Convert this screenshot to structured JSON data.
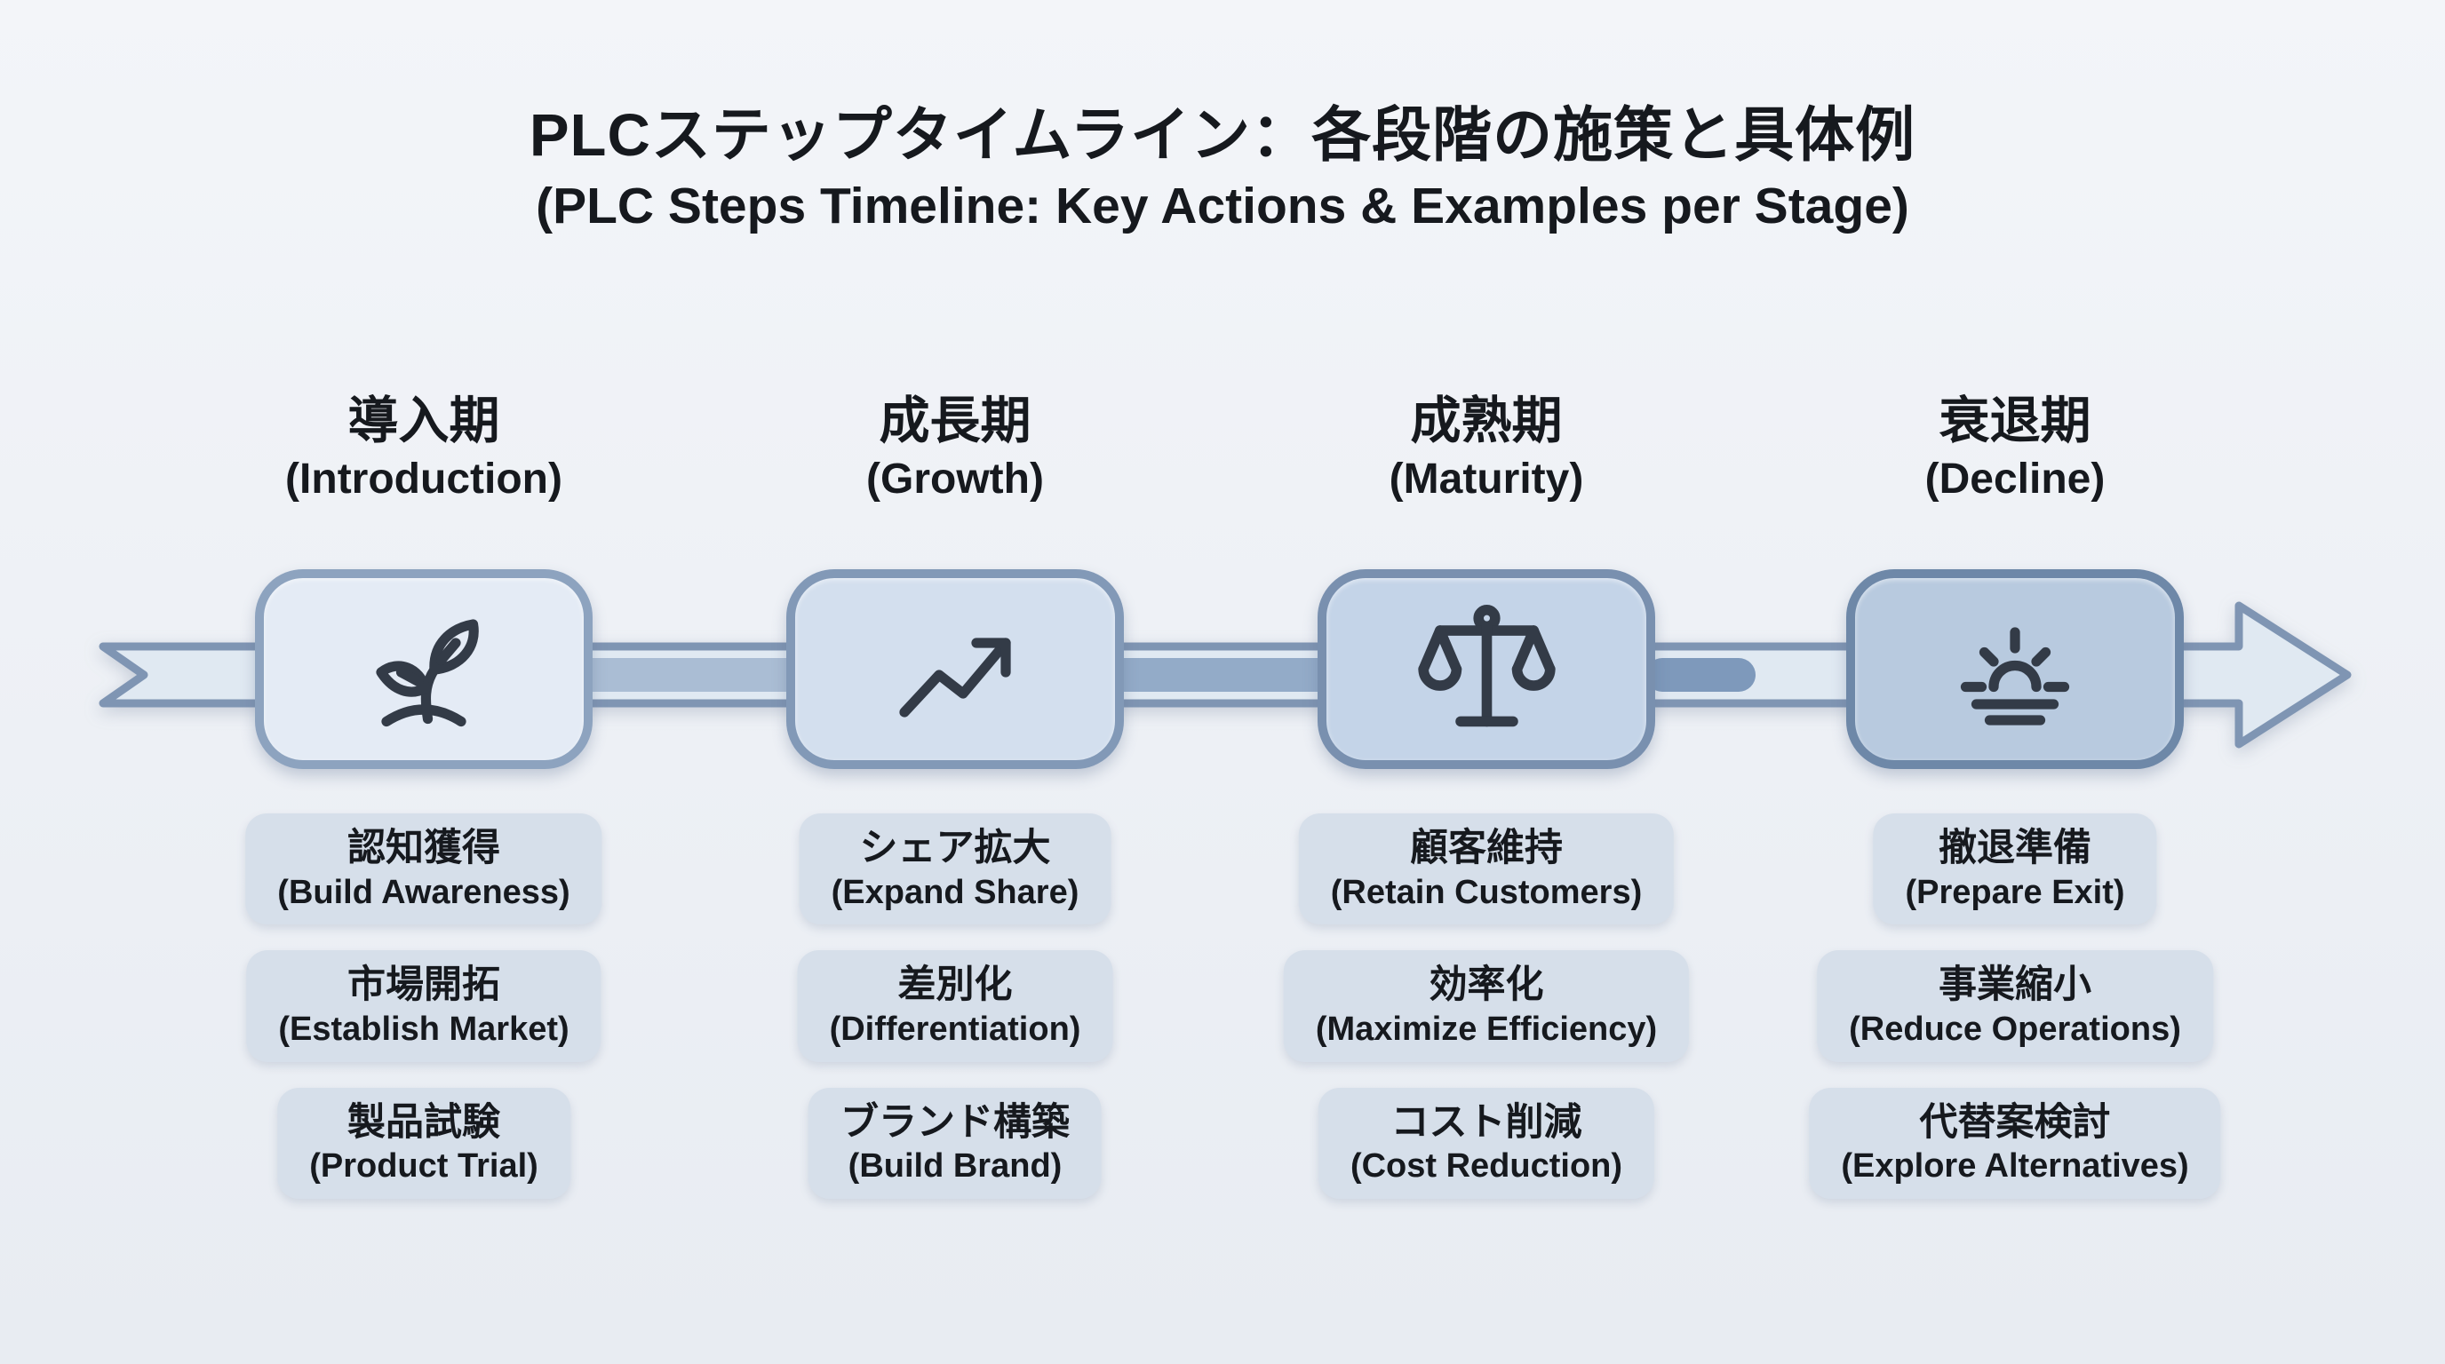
{
  "title": {
    "ja": "PLCステップタイムライン：各段階の施策と具体例",
    "en": "(PLC Steps Timeline: Key Actions & Examples per Stage)"
  },
  "timeline": {
    "band_fill": "#e0e9f2",
    "band_border": "#7f95b3",
    "stripe_1_2": "#aabdd4",
    "stripe_2_3": "#93abc8",
    "stripe_3_4": "#7e99bb"
  },
  "background": "#eff2f6",
  "text_color": "#16191e",
  "stages": [
    {
      "id": "introduction",
      "name_ja": "導入期",
      "name_en": "(Introduction)",
      "icon": "sprout-icon",
      "box_fill": "#e4ebf5",
      "box_border": "#8da3bf",
      "actions": [
        {
          "ja": "認知獲得",
          "en": "(Build Awareness)"
        },
        {
          "ja": "市場開拓",
          "en": "(Establish Market)"
        },
        {
          "ja": "製品試験",
          "en": "(Product Trial)"
        }
      ]
    },
    {
      "id": "growth",
      "name_ja": "成長期",
      "name_en": "(Growth)",
      "icon": "trending-up-icon",
      "box_fill": "#d3dfee",
      "box_border": "#8299b7",
      "actions": [
        {
          "ja": "シェア拡大",
          "en": "(Expand Share)"
        },
        {
          "ja": "差別化",
          "en": "(Differentiation)"
        },
        {
          "ja": "ブランド構築",
          "en": "(Build Brand)"
        }
      ]
    },
    {
      "id": "maturity",
      "name_ja": "成熟期",
      "name_en": "(Maturity)",
      "icon": "balance-scale-icon",
      "box_fill": "#c4d4e8",
      "box_border": "#7990af",
      "actions": [
        {
          "ja": "顧客維持",
          "en": "(Retain Customers)"
        },
        {
          "ja": "効率化",
          "en": "(Maximize Efficiency)"
        },
        {
          "ja": "コスト削減",
          "en": "(Cost Reduction)"
        }
      ]
    },
    {
      "id": "decline",
      "name_ja": "衰退期",
      "name_en": "(Decline)",
      "icon": "sunset-icon",
      "box_fill": "#b8cadf",
      "box_border": "#6e88a8",
      "actions": [
        {
          "ja": "撤退準備",
          "en": "(Prepare Exit)"
        },
        {
          "ja": "事業縮小",
          "en": "(Reduce Operations)"
        },
        {
          "ja": "代替案検討",
          "en": "(Explore Alternatives)"
        }
      ]
    }
  ]
}
